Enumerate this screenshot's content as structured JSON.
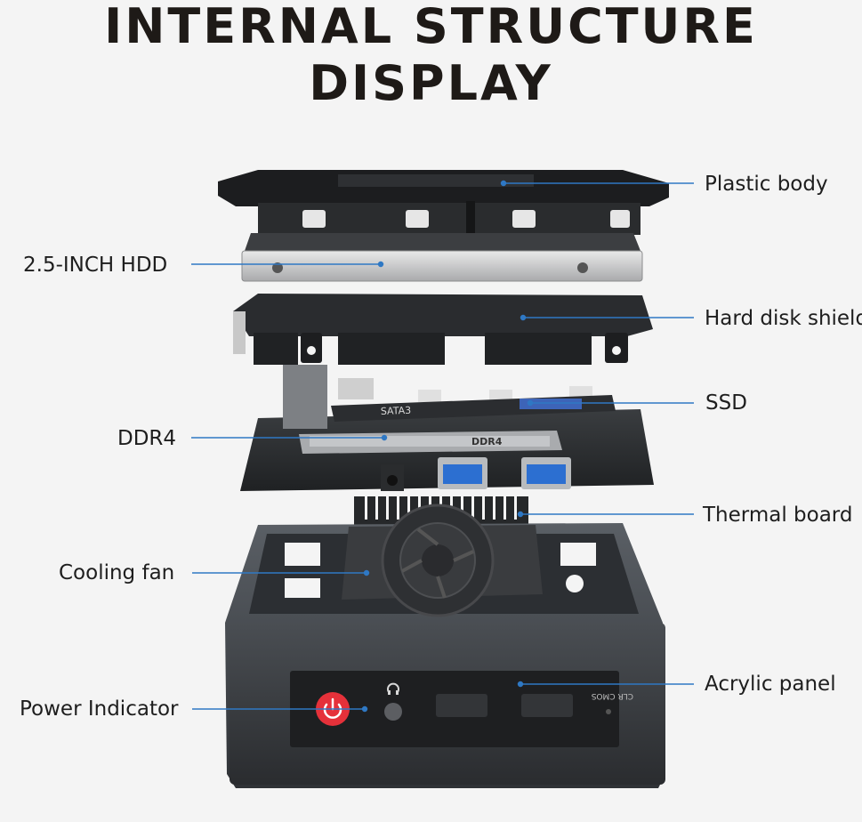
{
  "title": {
    "line1": "INTERNAL STRUCTURE",
    "line2": "DISPLAY"
  },
  "labels": {
    "plastic_body": "Plastic body",
    "hdd": "2.5-INCH HDD",
    "hard_disk_shield": "Hard disk shield",
    "ssd": "SSD",
    "ddr4": "DDR4",
    "thermal_board": "Thermal board",
    "cooling_fan": "Cooling fan",
    "acrylic_panel": "Acrylic panel",
    "power_indicator": "Power Indicator"
  },
  "component_text": {
    "ssd_sata": "SATA3",
    "ram_ddr4": "DDR4",
    "clr_cmos": "CLR CMOS"
  },
  "colors": {
    "leader_line": "#2f78c4",
    "power_button": "#e5313a",
    "chassis": "#3b3f44",
    "usb_port": "#2c6fd1"
  },
  "icons": [
    "power-icon",
    "headphone-icon"
  ]
}
